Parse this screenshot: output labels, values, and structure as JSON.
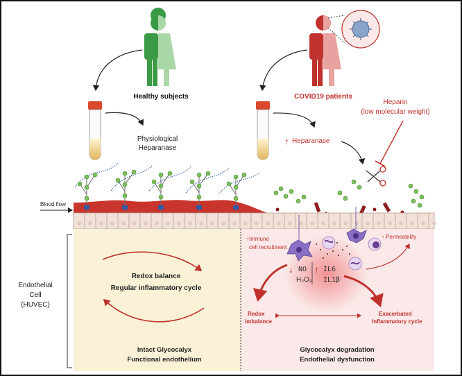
{
  "healthy": {
    "label": "Healthy subjects",
    "process": [
      "Physiological",
      "Heparanase"
    ]
  },
  "covid": {
    "label": "COVID19 patients",
    "process": "Heparanase",
    "process_arrow": "↑"
  },
  "heparin": {
    "line1": "Heparin",
    "line2": "(low molecular weight)"
  },
  "flow_label": "Blood flow",
  "cell_label": [
    "Endothelial",
    "Cell",
    "(HUVEC)"
  ],
  "left_panel": {
    "cycle_line1": "Redox balance",
    "cycle_line2": "Regular inflammatory cycle",
    "footer_line1": "Intact Glycocalyx",
    "footer_line2": "Functional endothelium"
  },
  "right_panel": {
    "immune_line1": "↑Immune",
    "immune_line2": "cell recruitment",
    "permeability": "↑ Permeability",
    "no_label": "NO",
    "h2o2_label": "H₂O₂",
    "down_arrow": "↓",
    "up_arrow": "↑",
    "il6": "IL6",
    "il1b": "IL1β",
    "redox_line1": "Redox",
    "redox_line2": "imbalance",
    "exacerbated_line1": "Exacerbated",
    "exacerbated_line2": "Inflammatory cycle",
    "footer_line1": "Glycocalyx  degradation",
    "footer_line2": "Endothelial dysfunction"
  },
  "colors": {
    "green": "#3a9a45",
    "red_accent": "#c0322d",
    "left_bg": "#faf1d6",
    "right_bg": "#fbe8e8",
    "endothelium": "#f1e1d7",
    "blood": "#c9342c"
  }
}
